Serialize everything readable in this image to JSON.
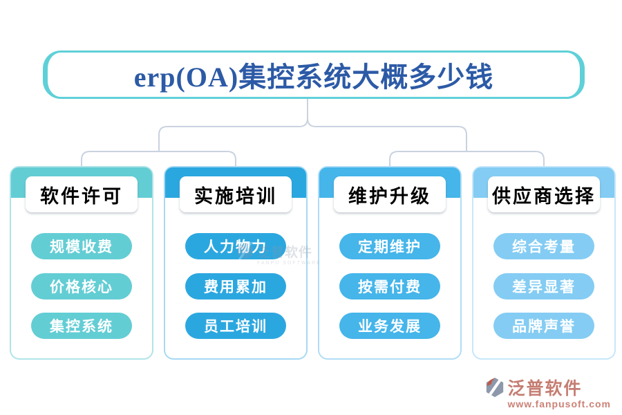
{
  "title": {
    "text": "erp(OA)集控系统大概多少钱"
  },
  "tree": {
    "root_label": "erp(OA)集控系统大概多少钱",
    "columns": [
      {
        "header": "软件许可",
        "items": [
          "规模收费",
          "价格核心",
          "集控系统"
        ],
        "color": "#63cdd4",
        "border": "#b0e4e8"
      },
      {
        "header": "实施培训",
        "items": [
          "人力物力",
          "费用累加",
          "员工培训"
        ],
        "color": "#2ba7e0",
        "border": "#a6d9f3"
      },
      {
        "header": "维护升级",
        "items": [
          "定期维护",
          "按需付费",
          "业务发展"
        ],
        "color": "#45b5ea",
        "border": "#b0ddf6"
      },
      {
        "header": "供应商选择",
        "items": [
          "综合考量",
          "差异显著",
          "品牌声誉"
        ],
        "color": "#84ccf3",
        "border": "#c6e7fa"
      }
    ]
  },
  "watermark": {
    "brand": "泛普软件",
    "subtext": "FANPU SOFTWARE"
  },
  "footer": {
    "brand": "泛普软件",
    "url": "www.fanpusoft.com",
    "logo_icon": "fanpu-hexagon-logo"
  },
  "colors": {
    "title_text": "#2c5aa6",
    "title_border": "#5fd0d8",
    "connector": "#c9d2e0",
    "header_text": "#000000",
    "pill_text": "#ffffff",
    "footer_brand": "#c57d72",
    "footer_url": "#cb8175"
  }
}
